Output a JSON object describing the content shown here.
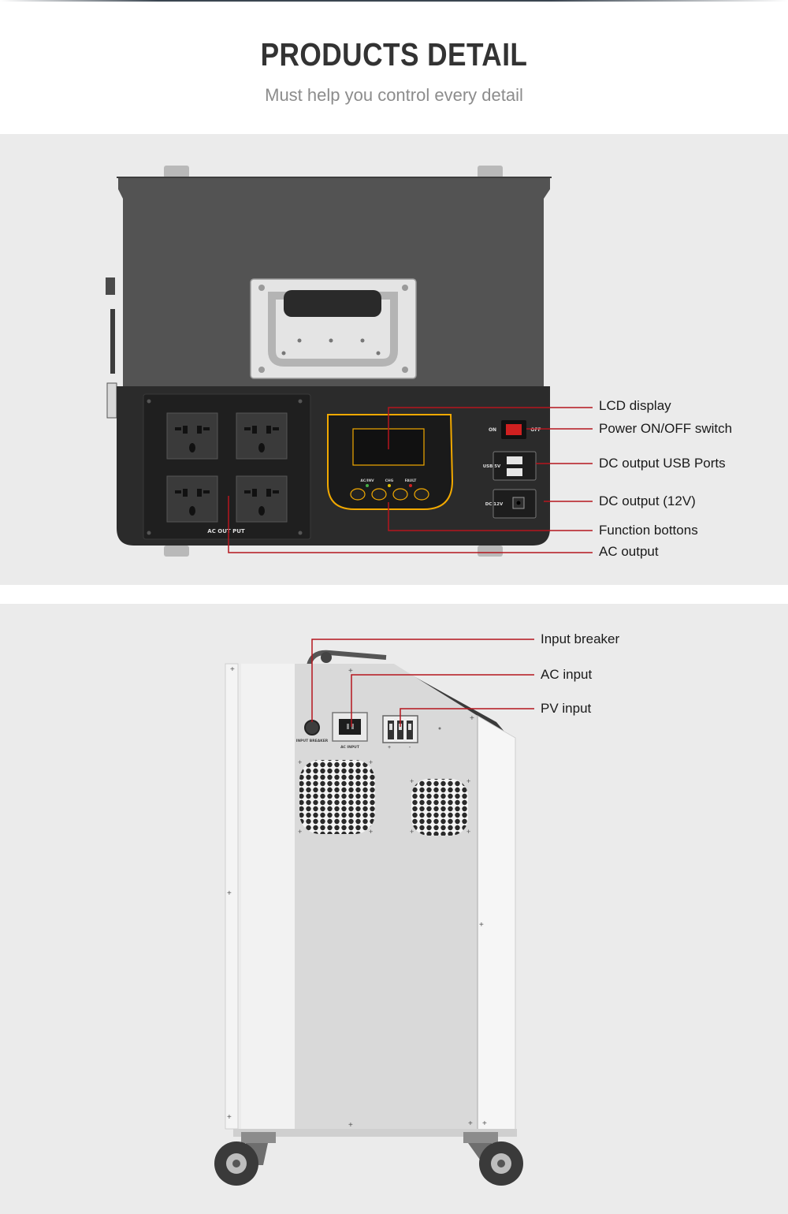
{
  "header": {
    "title": "PRODUCTS DETAIL",
    "subtitle": "Must help you control every detail"
  },
  "front_view": {
    "callouts": [
      {
        "id": "lcd",
        "label": "LCD display"
      },
      {
        "id": "switch",
        "label": "Power ON/OFF switch"
      },
      {
        "id": "usb",
        "label": "DC output USB Ports"
      },
      {
        "id": "dc12",
        "label": "DC output (12V)"
      },
      {
        "id": "buttons",
        "label": "Function bottons"
      },
      {
        "id": "ac",
        "label": "AC output"
      }
    ],
    "panel_text": {
      "ac_output": "AC OUT PUT",
      "on": "ON",
      "off": "OFF",
      "usb": "USB 5V",
      "dc": "DC 12V",
      "ind_acinv": "AC/INV",
      "ind_chg": "CHG",
      "ind_fault": "FAULT"
    },
    "colors": {
      "accent_red": "#b5161e",
      "lcd_frame": "#f2a900",
      "body_dark": "#505050"
    }
  },
  "side_view": {
    "callouts": [
      {
        "id": "breaker",
        "label": "Input breaker"
      },
      {
        "id": "acin",
        "label": "AC input"
      },
      {
        "id": "pvin",
        "label": "PV input"
      }
    ],
    "panel_text": {
      "input_breaker": "INPUT BREAKER",
      "ac_input": "AC INPUT",
      "plus": "+",
      "minus": "-"
    }
  }
}
